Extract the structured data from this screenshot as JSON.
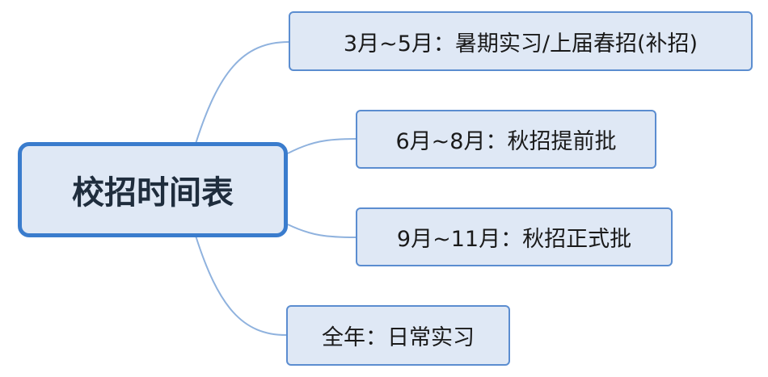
{
  "root": {
    "label": "校招时间表"
  },
  "branches": [
    {
      "label": "3月~5月：暑期实习/上届春招(补招)"
    },
    {
      "label": "6月~8月：秋招提前批"
    },
    {
      "label": "9月~11月：秋招正式批"
    },
    {
      "label": "全年：日常实习"
    }
  ],
  "colors": {
    "node_fill": "#dfe8f5",
    "node_border": "#5b8dd0",
    "root_border": "#3a7ccd",
    "connector": "#8fb2de"
  }
}
